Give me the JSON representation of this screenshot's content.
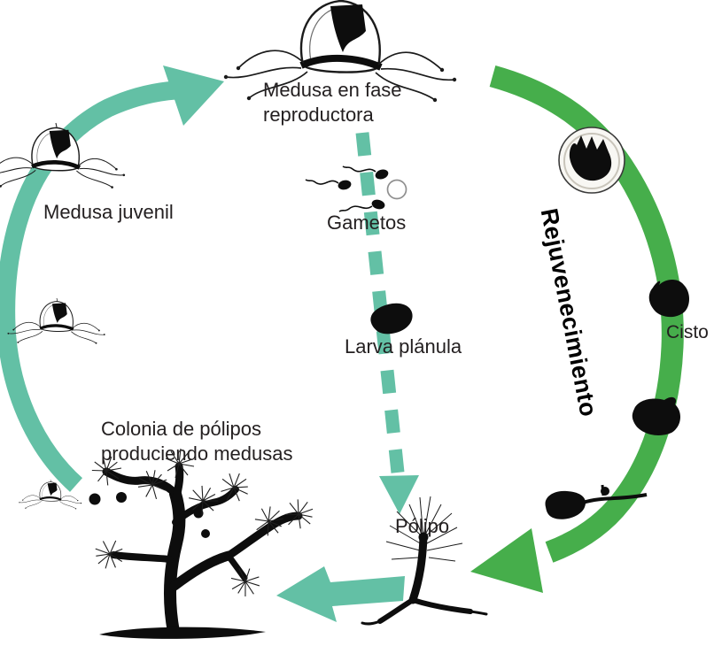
{
  "colors": {
    "teal": "#63C0A5",
    "green": "#46AE4B",
    "ink": "#231F20",
    "black": "#0D0D0D"
  },
  "labels": {
    "medusa_fase_line1": "Medusa en fase",
    "medusa_fase_line2": "reproductora",
    "gametos": "Gametos",
    "larva_planula": "Larva plánula",
    "polipo": "Pólipo",
    "cisto": "Cisto",
    "medusa_juvenil": "Medusa juvenil",
    "colonia_line1": "Colonia de pólipos",
    "colonia_line2": "produciendo medusas",
    "rejuvenecimiento": "Rejuvenecimiento"
  },
  "illustrations": [
    "reproductive-medusa-sketch",
    "juvenile-medusa-sketch",
    "young-medusa-sketch",
    "tiny-medusa-sketch",
    "sperm-cells",
    "egg-cell",
    "planula-larva-blob",
    "cyst-capsule",
    "cyst-blob-upper",
    "cyst-blob-lower",
    "settling-larva-with-stolon",
    "polyp-sketch",
    "polyp-colony-tree"
  ],
  "arrows": [
    "teal-arc-juvenile-to-reproductive",
    "teal-dashed-reproductive-to-polyp",
    "green-arc-rejuvenation",
    "teal-straight-polyp-to-colony"
  ]
}
